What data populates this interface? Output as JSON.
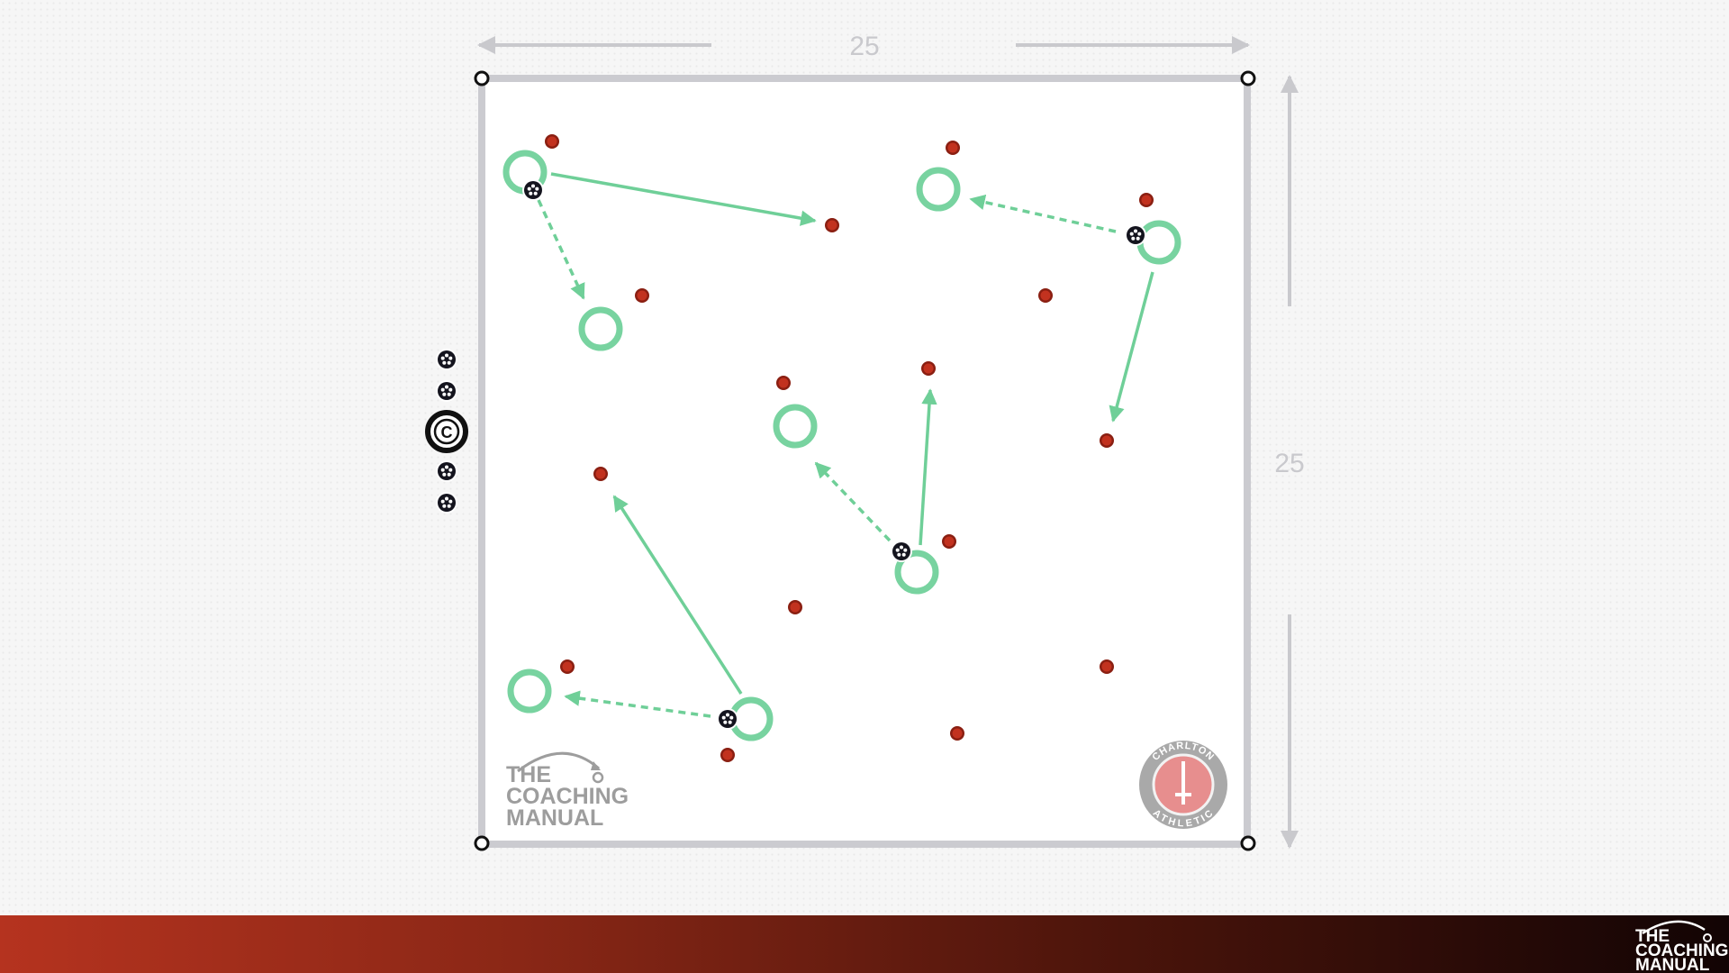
{
  "pitch": {
    "width_label": "25",
    "height_label": "25"
  },
  "coach": {
    "letter": "C"
  },
  "logo": {
    "line1": "THE",
    "line2": "COACHING",
    "line3": "MANUAL"
  },
  "footer_logo": {
    "line1": "THE",
    "line2": "COACHING",
    "line3": "MANUAL"
  },
  "badge": {
    "top_text": "CHARLTON",
    "bottom_text": "ATHLETIC"
  },
  "colors": {
    "pitch_border": "#cbcbd0",
    "player_ring": "#78d3a0",
    "pass_arrow": "#6fcf98",
    "cone": "#b8301f",
    "footer_start": "#b5331f",
    "footer_end": "#120404"
  },
  "icons": {
    "ball": "soccer-ball-icon",
    "cone": "cone-icon",
    "corner": "corner-marker-icon",
    "coach": "coach-icon"
  }
}
